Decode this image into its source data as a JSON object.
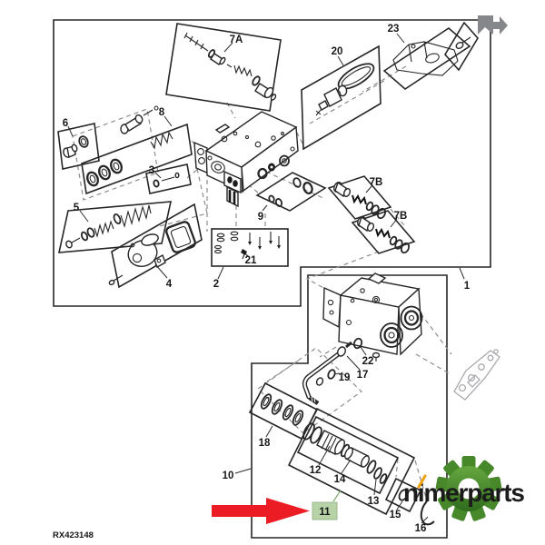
{
  "figure": {
    "drawing_number": "RX423148",
    "callouts": {
      "c1": "1",
      "c2": "2",
      "c3": "3",
      "c4": "4",
      "c5": "5",
      "c6": "6",
      "c7a": "7A",
      "c7b_upper": "7B",
      "c7b_lower": "7B",
      "c8": "8",
      "c9": "9",
      "c10": "10",
      "c11": "11",
      "c12": "12",
      "c13": "13",
      "c14": "14",
      "c15": "15",
      "c16": "16",
      "c17": "17",
      "c18": "18",
      "c19": "19",
      "c20": "20",
      "c21": "21",
      "c22": "22",
      "c23": "23"
    },
    "highlighted_callout": "11",
    "highlight_fill": "#b6d2a6",
    "highlight_border": "#8fae80",
    "arrow_color": "#ec1c24",
    "line_color": "#262626"
  },
  "watermark": {
    "text": "nimerparts",
    "gear_color_top": "#67a740",
    "gear_color_bottom": "#2e6b1c",
    "accent_color": "#f0a315",
    "text_color": "#1b1b1b"
  }
}
